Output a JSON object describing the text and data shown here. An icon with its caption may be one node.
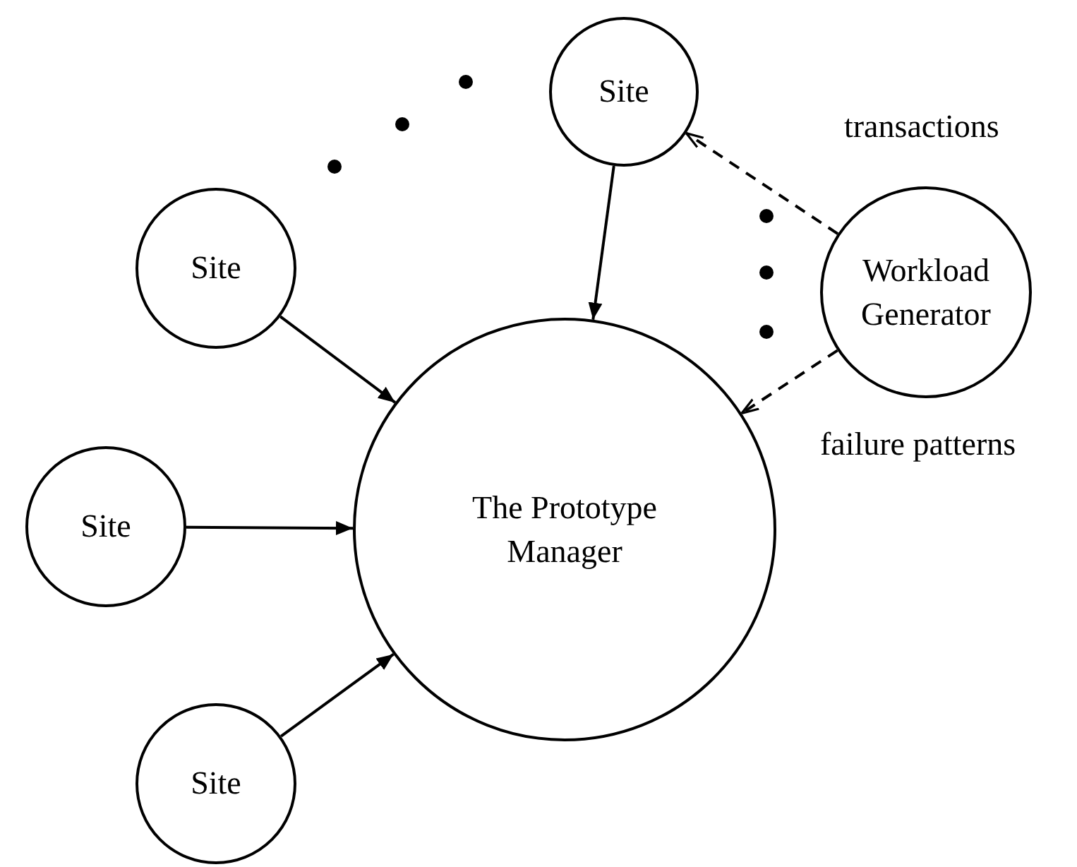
{
  "diagram": {
    "nodes": [
      {
        "text": [
          "Site"
        ]
      },
      {
        "text": [
          "Site"
        ]
      },
      {
        "text": [
          "Workload Generator"
        ]
      },
      {
        "text": [
          "The Prototype Manager"
        ]
      },
      {
        "text": [
          "Site"
        ]
      },
      {
        "text": [
          "Site"
        ]
      }
    ],
    "edges": [
      {
        "from": 0,
        "to": 3,
        "arrow": "to"
      },
      {
        "from": 1,
        "to": 3,
        "arrow": "to"
      },
      {
        "from": 4,
        "to": 3,
        "arrow": "to"
      },
      {
        "from": 5,
        "to": 3,
        "arrow": "to"
      },
      {
        "from": 2,
        "to": 0,
        "arrow": "to",
        "style": "dashed",
        "label": "transactions"
      },
      {
        "from": 2,
        "to": 3,
        "arrow": "to",
        "style": "dashed",
        "label": "failure patterns"
      }
    ]
  }
}
